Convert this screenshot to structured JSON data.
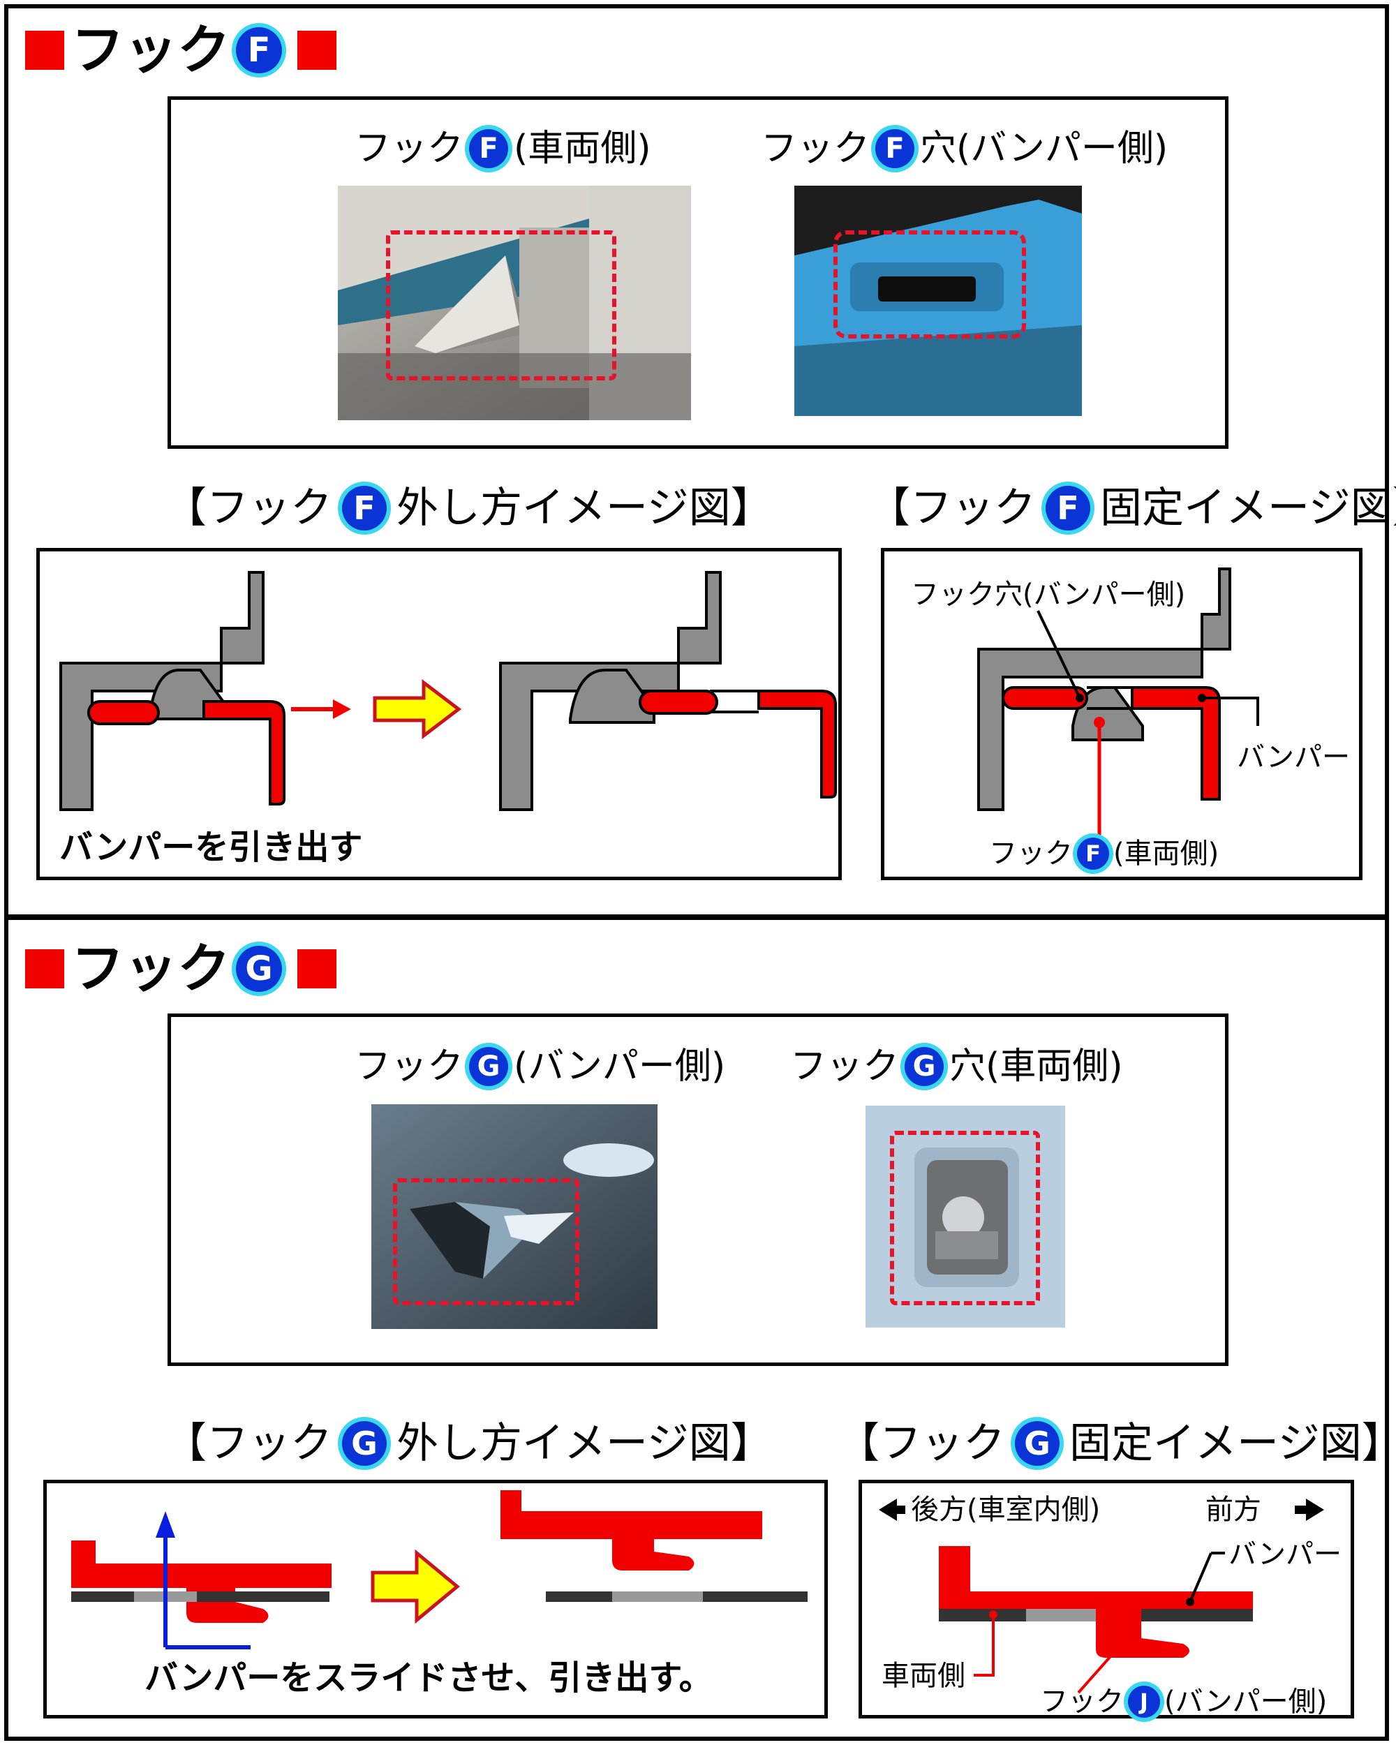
{
  "colors": {
    "red": "#f20000",
    "badge_blue": "#0a34d6",
    "badge_ring": "#3ad7f0",
    "gray": "#8c8c8c",
    "yellow": "#ffff00"
  },
  "section_f": {
    "title": "フック",
    "badge": "F",
    "photo_left_label": "フック",
    "photo_left_suffix": "(車両側)",
    "photo_right_label": "フック",
    "photo_right_suffix": "穴(バンパー側)",
    "remove_header_left": "【フック",
    "remove_header_right": "外し方イメージ図】",
    "fix_header_left": "【フック",
    "fix_header_right": "固定イメージ図】",
    "remove_caption": "バンパーを引き出す",
    "fix_hole_label": "フック穴(バンパー側)",
    "fix_bumper_label": "バンパー",
    "fix_hook_label": "フック",
    "fix_hook_suffix": "(車両側)"
  },
  "section_g": {
    "title": "フック",
    "badge": "G",
    "photo_left_label": "フック",
    "photo_left_suffix": "(バンパー側)",
    "photo_right_label": "フック",
    "photo_right_suffix": "穴(車両側)",
    "remove_header_left": "【フック",
    "remove_header_right": "外し方イメージ図】",
    "fix_header_left": "【フック",
    "fix_header_right": "固定イメージ図】",
    "remove_caption": "バンパーをスライドさせ、引き出す。",
    "rear_label": "後方(車室内側)",
    "front_label": "前方",
    "bumper_label": "バンパー",
    "vehicle_label": "車両側",
    "hook_label": "フック",
    "hook_badge": "J",
    "hook_suffix": "(バンパー側)"
  },
  "icons": {
    "rear_arrow": "left-arrow-icon",
    "front_arrow": "right-arrow-icon"
  }
}
